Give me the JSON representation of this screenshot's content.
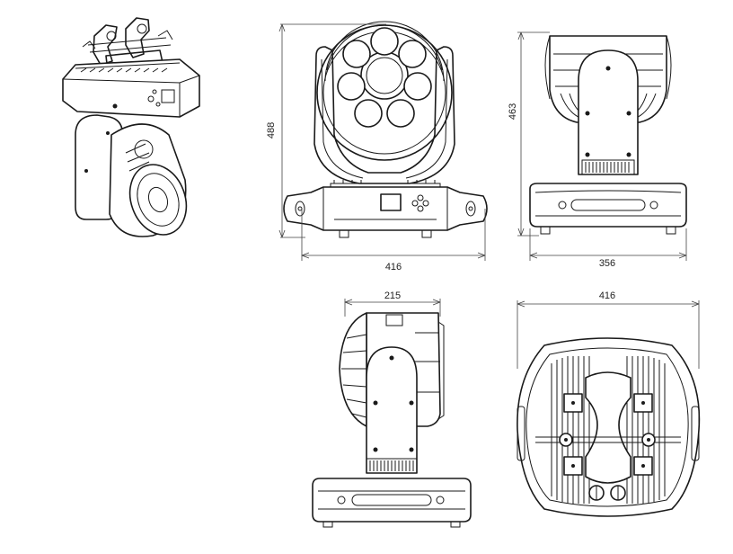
{
  "drawing": {
    "views": [
      {
        "name": "perspective"
      },
      {
        "name": "front"
      },
      {
        "name": "side"
      },
      {
        "name": "side-rear"
      },
      {
        "name": "bottom"
      }
    ],
    "dimensions": {
      "front_height": "488",
      "front_width": "416",
      "side_height": "463",
      "side_depth": "356",
      "rear_depth": "215",
      "bottom_width": "416"
    }
  }
}
